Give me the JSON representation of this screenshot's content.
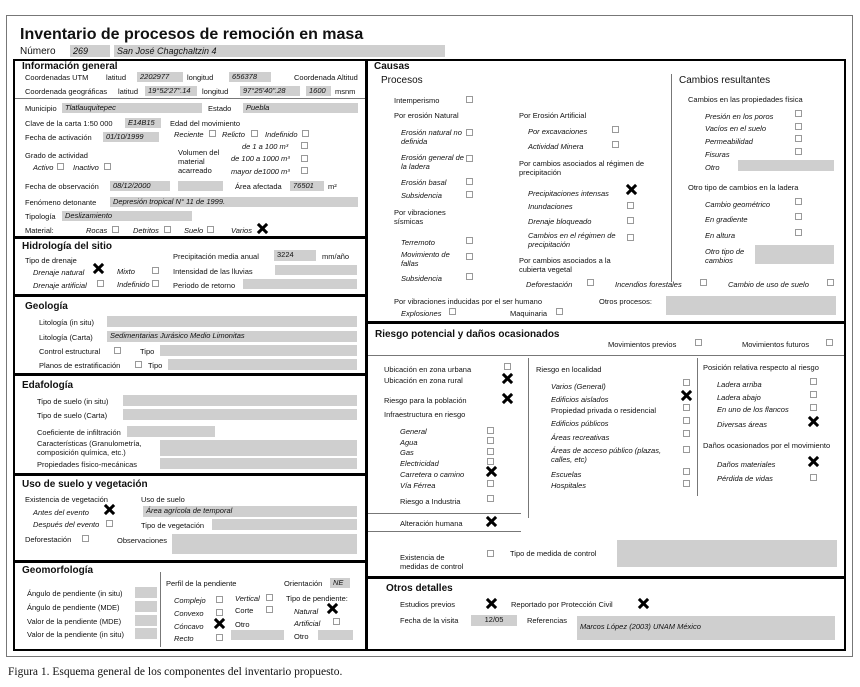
{
  "title": "Inventario de procesos de remoción en masa",
  "numero": {
    "label": "Número",
    "value": "269",
    "name": "San José Chagchaltzin 4"
  },
  "info": {
    "title": "Información general",
    "utm": "Coordenadas UTM",
    "latitud": "latitud",
    "lat_utm": "2202977",
    "longitud": "longitud",
    "lon_utm": "656378",
    "coord_alt": "Coordenada Altitud",
    "geo": "Coordenada geográficas",
    "lat_geo": "19°52'27\".14",
    "lon_geo": "97°25'40\".28",
    "alt": "1600",
    "msnm": "msnm",
    "municipio": "Municipio",
    "municipio_v": "Tlatlauquitepec",
    "estado": "Estado",
    "estado_v": "Puebla",
    "clave": "Clave de la carta 1:50 000",
    "clave_v": "E14B15",
    "edad": "Edad del movimiento",
    "fecha_act": "Fecha de activación",
    "fecha_act_v": "01/10/1999",
    "reciente": "Reciente",
    "relicto": "Relicto",
    "indefinido": "Indefinido",
    "grado": "Grado de actividad",
    "activo": "Activo",
    "inactivo": "Inactivo",
    "volumen": "Volumen del material acarreado",
    "vol1": "de 1 a 100 m³",
    "vol2": "de 100 a 1000 m³",
    "vol3": "mayor de1000 m³",
    "fecha_obs": "Fecha de observación",
    "fecha_obs_v": "08/12/2000",
    "area": "Área afectada",
    "area_v": "76501",
    "m2": "m²",
    "fenomeno": "Fenómeno detonante",
    "fenomeno_v": "Depresión tropical N° 11 de 1999.",
    "fenomeno_v2": ",",
    "tipologia": "Tipología",
    "tipologia_v": "Deslizamiento",
    "material": "Material:",
    "rocas": "Rocas",
    "detritos": "Detritos",
    "suelo": "Suelo",
    "varios": "Varios"
  },
  "hidro": {
    "title": "Hidrología del sitio",
    "tipo": "Tipo de drenaje",
    "natural": "Drenaje natural",
    "mixto": "Mixto",
    "artificial": "Drenaje artificial",
    "indefinido": "Indefinido",
    "precip": "Precipitación media anual",
    "precip_v": "3224",
    "mm": "mm/año",
    "intensidad": "Intensidad de las lluvias",
    "periodo": "Periodo de retorno"
  },
  "geologia": {
    "title": "Geología",
    "lit_situ": "Litología (in situ)",
    "lit_carta": "Litología (Carta)",
    "lit_carta_v": "Sedimentarias Jurásico Medio Limonitas",
    "control": "Control estructural",
    "tipo": "Tipo",
    "planos": "Planos de estratificación",
    "tipo2": "Tipo"
  },
  "edafo": {
    "title": "Edafología",
    "suelo_situ": "Tipo de suelo (in situ)",
    "suelo_carta": "Tipo de suelo (Carta)",
    "coef": "Coeficiente de infiltración",
    "caract": "Características (Granulometría, composición química, etc.)",
    "prop": "Propiedades físico-mecánicas"
  },
  "uso": {
    "title": "Uso de suelo y vegetación",
    "exist": "Existencia de vegetación",
    "antes": "Antes del evento",
    "despues": "Después del evento",
    "uso": "Uso de suelo",
    "uso_v": "Área agrícola de temporal",
    "tipo_veg": "Tipo de vegetación",
    "defor": "Deforestación",
    "obs": "Observaciones"
  },
  "geomorf": {
    "title": "Geomorfología",
    "perfil": "Perfil de la pendiente",
    "ang_situ": "Ángulo de pendiente (in situ)",
    "ang_mde": "Ángulo de pendiente (MDE)",
    "val_mde": "Valor de la pendiente (MDE)",
    "val_situ": "Valor de la pendiente (in situ)",
    "complejo": "Complejo",
    "vertical": "Vertical",
    "convexo": "Convexo",
    "corte": "Corte",
    "concavo": "Cóncavo",
    "otro": "Otro",
    "recto": "Recto",
    "orientacion": "Orientación",
    "orient_v": "NE",
    "tipo_pend": "Tipo de pendiente:",
    "natural": "Natural",
    "artificial": "Artificial",
    "otro2": "Otro"
  },
  "causas": {
    "title": "Causas",
    "procesos": "Procesos",
    "intemp": "Intemperismo",
    "er_nat": "Por erosión Natural",
    "er_def": "Erosión natural no definida",
    "er_gen": "Erosión general de la ladera",
    "er_bas": "Erosión basal",
    "subs": "Subsidencia",
    "vib_sis": "Por vibraciones sísmicas",
    "terremoto": "Terremoto",
    "mov_fallas": "Movimiento de fallas",
    "subs2": "Subsidencia",
    "er_art": "Por Erosión Artificial",
    "excav": "Por excavaciones",
    "act_min": "Actividad Minera",
    "cambios_reg": "Por cambios asociados al régimen de precipitación",
    "precip_int": "Precipitaciones intensas",
    "inund": "Inundaciones",
    "dren_bloq": "Drenaje bloqueado",
    "cambios_prec": "Cambios en el régimen de precipitación",
    "cambios_cub": "Por cambios asociados a la cubierta vegetal",
    "deforest": "Deforestación",
    "incendios": "Incendios forestales",
    "cambio_uso": "Cambio de uso de suelo",
    "vib_hum": "Por vibraciones inducidas por el ser humano",
    "explosiones": "Explosiones",
    "maquinaria": "Maquinaria",
    "otros_proc": "Otros procesos:",
    "cambios_res": "Cambios resultantes",
    "prop_fis": "Cambios en las propiedades física",
    "presion": "Presión en los poros",
    "vacios": "Vacíos en el suelo",
    "perm": "Permeabilidad",
    "fisuras": "Fisuras",
    "otro": "Otro",
    "otro_tipo": "Otro tipo de cambios en la ladera",
    "cambio_geo": "Cambio geométrico",
    "en_grad": "En gradiente",
    "en_alt": "En altura",
    "otro_tipo2": "Otro tipo de cambios"
  },
  "riesgo": {
    "title": "Riesgo potencial y daños ocasionados",
    "mov_prev": "Movimientos previos",
    "mov_fut": "Movimientos futuros",
    "urbana": "Ubicación en zona urbana",
    "rural": "Ubicación en zona rural",
    "poblacion": "Riesgo para la población",
    "infra": "Infraestructura en riesgo",
    "general": "General",
    "agua": "Agua",
    "gas": "Gas",
    "elec": "Electricidad",
    "carretera": "Carretera o camino",
    "via": "Vía Férrea",
    "industria": "Riesgo a Industria",
    "alteracion": "Alteración humana",
    "localidad": "Riesgo en localidad",
    "varios": "Varios (General)",
    "aislados": "Edificios aislados",
    "privada": "Propiedad privada o residencial",
    "publicos": "Edificios públicos",
    "recreativas": "Áreas recreativas",
    "acceso": "Áreas de acceso público (plazas, calles, etc)",
    "escuelas": "Escuelas",
    "hospitales": "Hospitales",
    "posicion": "Posición relativa respecto al riesgo",
    "arriba": "Ladera arriba",
    "abajo": "Ladera abajo",
    "flancos": "En uno de los flancos",
    "diversas": "Diversas áreas",
    "danos": "Daños ocasionados por el movimiento",
    "materiales": "Daños materiales",
    "vidas": "Pérdida de vidas",
    "medidas": "Existencia de medidas de control",
    "tipo_medida": "Tipo de medida de control"
  },
  "otros": {
    "title": "Otros detalles",
    "estudios": "Estudios previos",
    "reportado": "Reportado por Protección Civil",
    "fecha_visita": "Fecha de la visita",
    "fecha_v": "12/05",
    "referencias": "Referencias",
    "ref_v": "Marcos López (2003) UNAM México"
  },
  "caption": "Figura 1. Esquema general de los componentes del inventario propuesto."
}
